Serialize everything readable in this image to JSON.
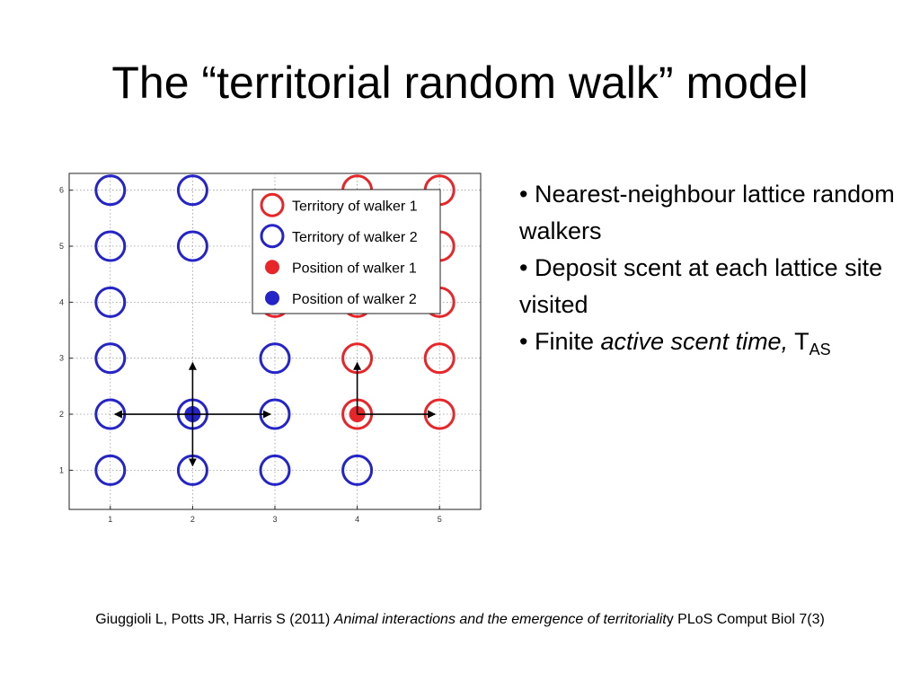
{
  "slide": {
    "title": "The “territorial random walk” model",
    "bullets": [
      {
        "text": "Nearest-neighbour lattice random walkers"
      },
      {
        "text": "Deposit scent at each lattice site visited"
      },
      {
        "text": "Finite ",
        "emph": "active scent time,",
        "symbol": " T",
        "subscript": "AS"
      }
    ],
    "citation": {
      "authors": "Giuggioli L, Potts JR, Harris S (2011) ",
      "title": "Animal interactions and the emergence of territorialit",
      "suffix": "y PLoS Comput Biol 7(3)"
    }
  },
  "chart_data": {
    "type": "scatter",
    "xlim": [
      0.5,
      5.5
    ],
    "ylim": [
      0.3,
      6.3
    ],
    "xticks": [
      1,
      2,
      3,
      4,
      5
    ],
    "yticks": [
      1,
      2,
      3,
      4,
      5,
      6
    ],
    "grid": true,
    "legend_position": "top-right",
    "colors": {
      "walker1": "#e8262a",
      "walker2": "#2424c8",
      "arrow": "#000000"
    },
    "series": [
      {
        "name": "Territory of walker 1",
        "marker": "open-circle",
        "color": "#e8262a",
        "points": [
          [
            4,
            2
          ],
          [
            4,
            3
          ],
          [
            4,
            4
          ],
          [
            4,
            6
          ],
          [
            3,
            4
          ],
          [
            5,
            2
          ],
          [
            5,
            3
          ],
          [
            5,
            4
          ],
          [
            5,
            5
          ],
          [
            5,
            6
          ]
        ]
      },
      {
        "name": "Territory of walker 2",
        "marker": "open-circle",
        "color": "#2424c8",
        "points": [
          [
            1,
            1
          ],
          [
            1,
            2
          ],
          [
            1,
            3
          ],
          [
            1,
            4
          ],
          [
            1,
            5
          ],
          [
            1,
            6
          ],
          [
            2,
            1
          ],
          [
            2,
            2
          ],
          [
            2,
            5
          ],
          [
            2,
            6
          ],
          [
            3,
            1
          ],
          [
            3,
            2
          ],
          [
            3,
            3
          ],
          [
            4,
            1
          ]
        ]
      },
      {
        "name": "Position of walker 1",
        "marker": "filled-dot",
        "color": "#e8262a",
        "points": [
          [
            4,
            2
          ]
        ]
      },
      {
        "name": "Position of walker 2",
        "marker": "filled-dot",
        "color": "#2424c8",
        "points": [
          [
            2,
            2
          ]
        ]
      }
    ],
    "arrows": [
      {
        "from": [
          2,
          2
        ],
        "to": [
          1,
          2
        ]
      },
      {
        "from": [
          2,
          2
        ],
        "to": [
          3,
          2
        ]
      },
      {
        "from": [
          2,
          2
        ],
        "to": [
          2,
          3
        ]
      },
      {
        "from": [
          2,
          2
        ],
        "to": [
          2,
          1
        ]
      },
      {
        "from": [
          4,
          2
        ],
        "to": [
          4,
          3
        ]
      },
      {
        "from": [
          4,
          2
        ],
        "to": [
          5,
          2
        ]
      }
    ]
  }
}
